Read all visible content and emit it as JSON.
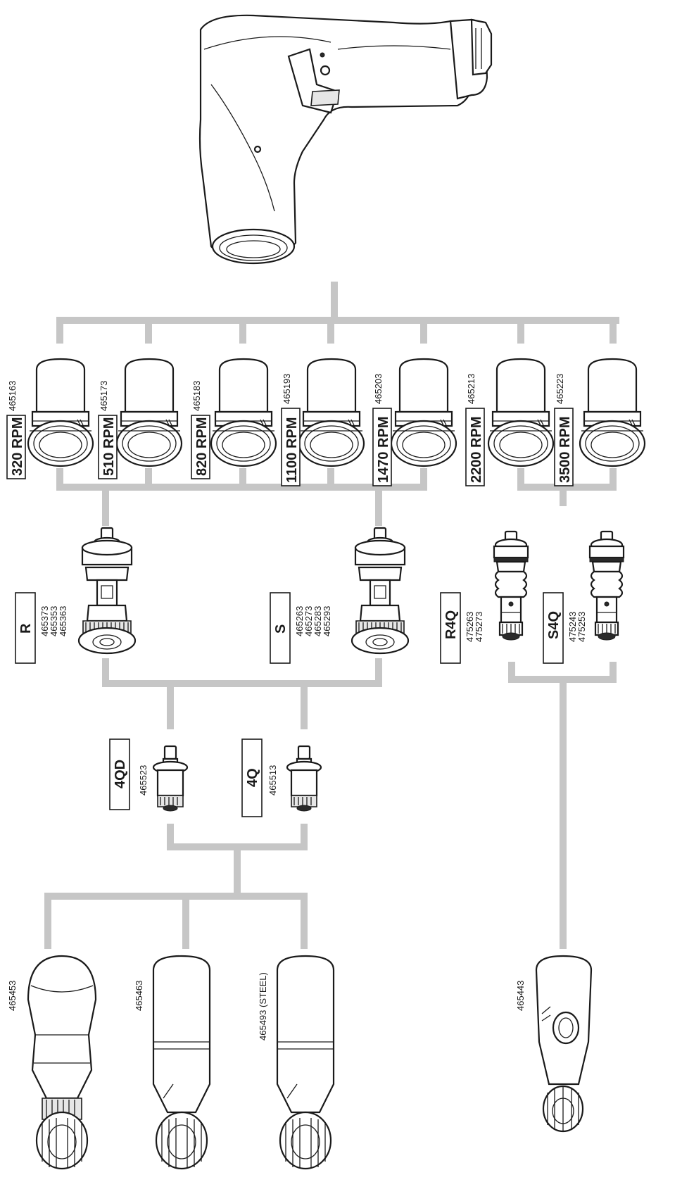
{
  "speed_units": [
    {
      "speed": "320 RPM",
      "part": "465163"
    },
    {
      "speed": "510 RPM",
      "part": "465173"
    },
    {
      "speed": "820 RPM",
      "part": "465183"
    },
    {
      "speed": "1100 RPM",
      "part": "465193"
    },
    {
      "speed": "1470 RPM",
      "part": "465203"
    },
    {
      "speed": "2200 RPM",
      "part": "465213"
    },
    {
      "speed": "3500 RPM",
      "part": "465223"
    }
  ],
  "spindles": [
    {
      "type": "R",
      "parts": [
        "465373",
        "465353",
        "465363"
      ]
    },
    {
      "type": "S",
      "parts": [
        "465263",
        "465273",
        "465283",
        "465293"
      ]
    },
    {
      "type": "R4Q",
      "parts": [
        "475263",
        "475273"
      ]
    },
    {
      "type": "S4Q",
      "parts": [
        "475243",
        "475253"
      ]
    }
  ],
  "adapters": [
    {
      "type": "4QD",
      "part": "465523"
    },
    {
      "type": "4Q",
      "part": "465513"
    }
  ],
  "heads": [
    {
      "part": "465453"
    },
    {
      "part": "465463"
    },
    {
      "part": "465493 (STEEL)"
    },
    {
      "part": "465443"
    }
  ]
}
